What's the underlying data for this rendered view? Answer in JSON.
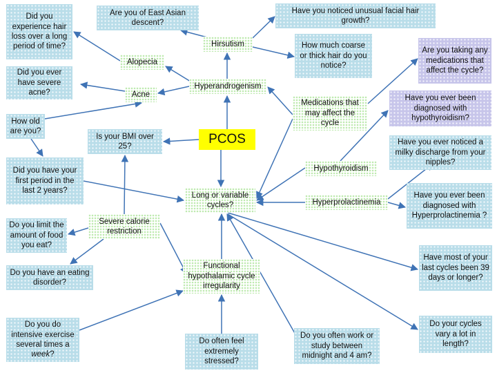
{
  "colors": {
    "question_fill": "#b9dde9",
    "medication_question_fill": "#c7c5ea",
    "condition_fill": "#c8efc0",
    "center_fill": "#ffff00",
    "arrow": "#3f73b5"
  },
  "center": {
    "label": "PCOS"
  },
  "conditions": {
    "hyperandrogenism": "Hyperandrogenism",
    "hirsutism": "Hirsutism",
    "alopecia": "Alopecia",
    "acne": "Acne",
    "long_cycles": "Long or variable cycles?",
    "medications": "Medications that may affect the cycle",
    "hypothyroidism": "Hypothyroidism",
    "hyperprolactinemia": "Hyperprolactinemia",
    "calorie": "Severe calorie restriction",
    "functional": "Functional hypothalamic cycle irregularity"
  },
  "questions": {
    "hair_loss": "Did you experience hair loss over a long period of time?",
    "east_asian": "Are you of East Asian descent?",
    "facial_hair": "Have you noticed unusual facial hair growth?",
    "coarse_hair": "How much coarse or thick hair do you notice?",
    "severe_acne": "Did you ever have severe acne?",
    "age": "How old are you?",
    "bmi": "Is your BMI over 25?",
    "first_period": "Did you have your first period in the last 2 years?",
    "limit_food": "Do you limit the amount of food you eat?",
    "eating_disorder": "Do you have an eating disorder?",
    "exercise_pre": "Do you do intensive exercise several times a ",
    "exercise_em": "week",
    "exercise_post": "?",
    "stressed": "Do often feel extremely stressed?",
    "night_work": "Do you often work or study between midnight and 4 am?",
    "cycles_39": "Have most of your last cycles been 39 days or longer?",
    "cycles_vary": "Do your cycles vary a lot in length?",
    "medications": "Are you taking any medications that affect the cycle?",
    "hypothyroidism": "Have you ever been diagnosed with hypothyroidism?",
    "milky": "Have you ever noticed a milky discharge from your nipples?",
    "hyperprolactinemia": "Have you ever been diagnosed with Hyperprolactinemia ?"
  }
}
